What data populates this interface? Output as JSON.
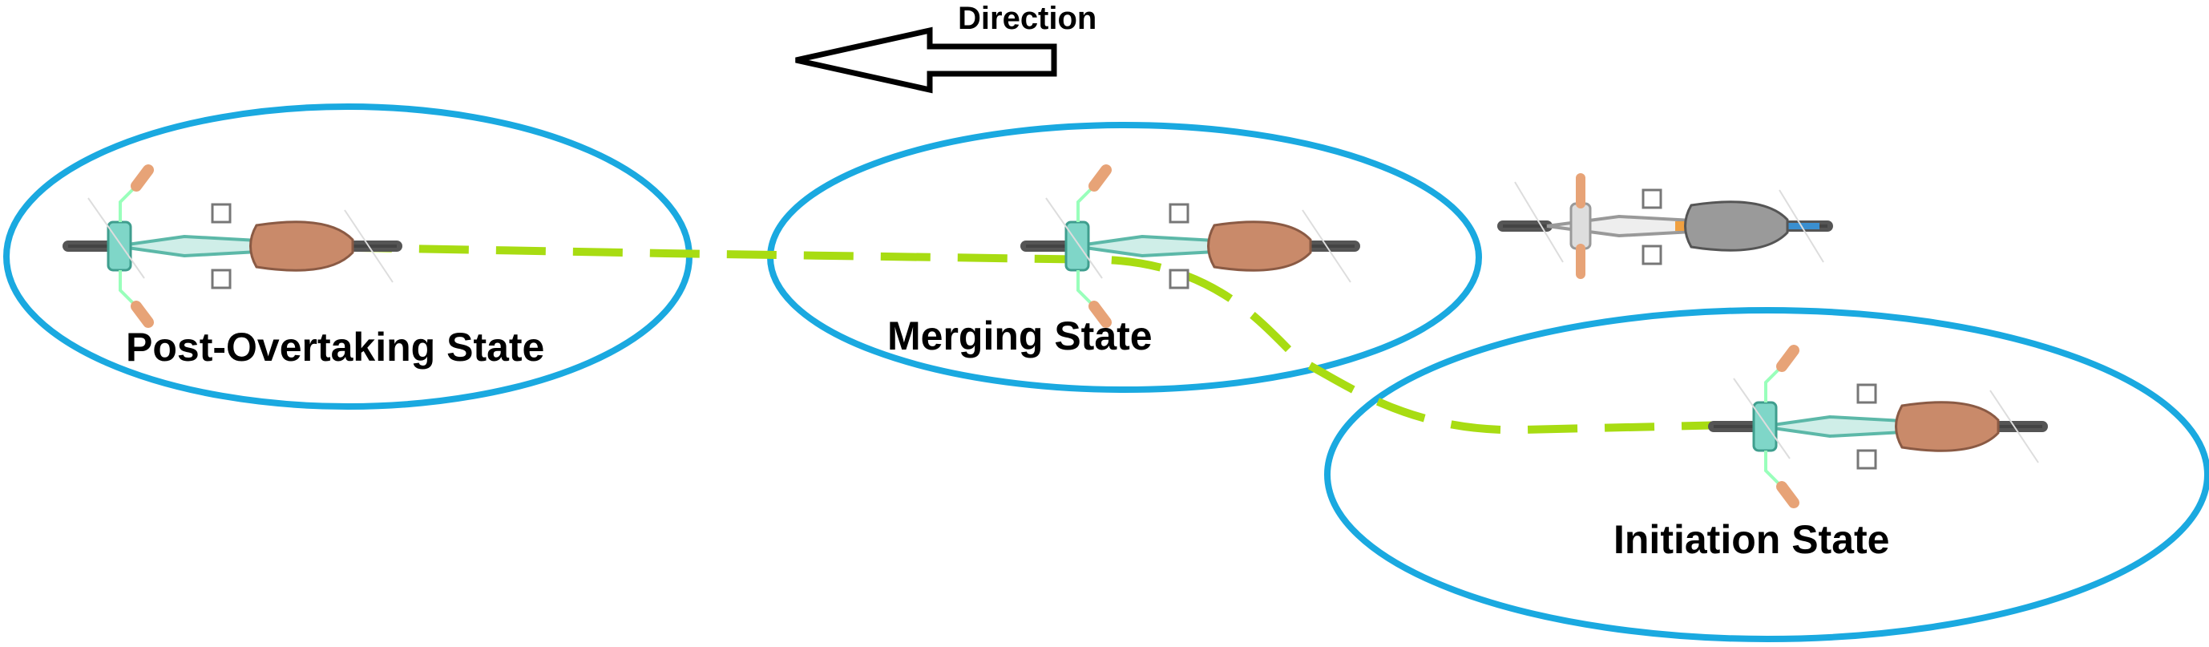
{
  "direction": {
    "label": "Direction",
    "arrow_points": "left"
  },
  "states": [
    {
      "label": "Post-Overtaking State"
    },
    {
      "label": "Merging State"
    },
    {
      "label": "Initiation State"
    }
  ],
  "colors": {
    "ellipse_stroke": "#1aa9e0",
    "path": "#a8dc12",
    "arrow": "#000000",
    "saddle_main": "#c98a6a",
    "saddle_other": "#8a8a8a",
    "frame": "#7fd6c8",
    "handle": "#e7a377",
    "tire": "#555555"
  },
  "bicycles": [
    {
      "name": "overtaking-bicycle-post",
      "color": "bronze"
    },
    {
      "name": "overtaking-bicycle-merging",
      "color": "bronze"
    },
    {
      "name": "overtaken-bicycle",
      "color": "grey"
    },
    {
      "name": "overtaking-bicycle-initiation",
      "color": "bronze"
    }
  ]
}
